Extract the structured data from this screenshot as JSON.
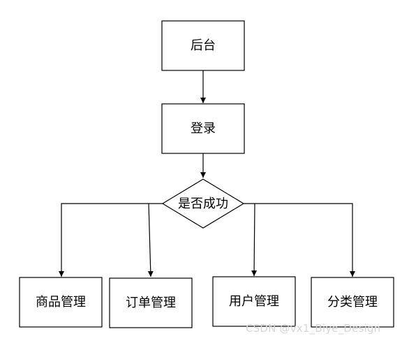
{
  "diagram": {
    "nodes": {
      "backend": "后台",
      "login": "登录",
      "decision": "是否成功",
      "product_management": "商品管理",
      "order_management": "订单管理",
      "user_management": "用户管理",
      "category_management": "分类管理"
    }
  },
  "watermark": "CSDN @vx1_Biye_Design",
  "colors": {
    "stroke": "#000000",
    "fill": "#ffffff",
    "watermark": "#d6d6d6"
  }
}
